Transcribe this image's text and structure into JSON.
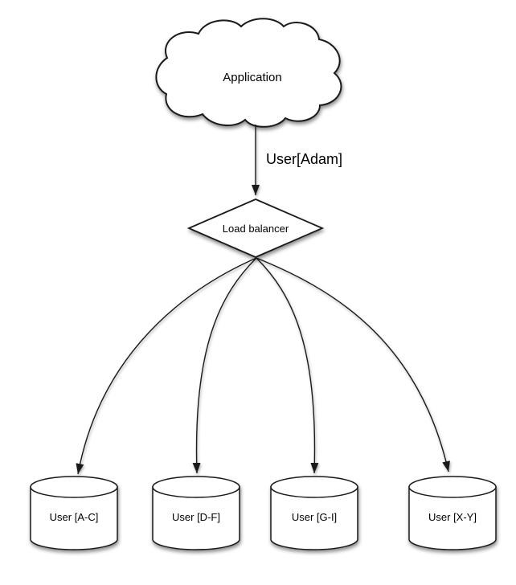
{
  "diagram": {
    "background_color": "#ffffff",
    "stroke_color": "#1a1a1a",
    "text_color": "#000000",
    "nodes": {
      "application": {
        "label": "Application",
        "shape": "cloud"
      },
      "load_balancer": {
        "label": "Load balancer",
        "shape": "diamond"
      },
      "shards": [
        {
          "label": "User [A-C]",
          "shape": "cylinder"
        },
        {
          "label": "User [D-F]",
          "shape": "cylinder"
        },
        {
          "label": "User [G-I]",
          "shape": "cylinder"
        },
        {
          "label": "User [X-Y]",
          "shape": "cylinder"
        }
      ]
    },
    "edges": {
      "app_to_lb_label": "User[Adam]"
    }
  }
}
